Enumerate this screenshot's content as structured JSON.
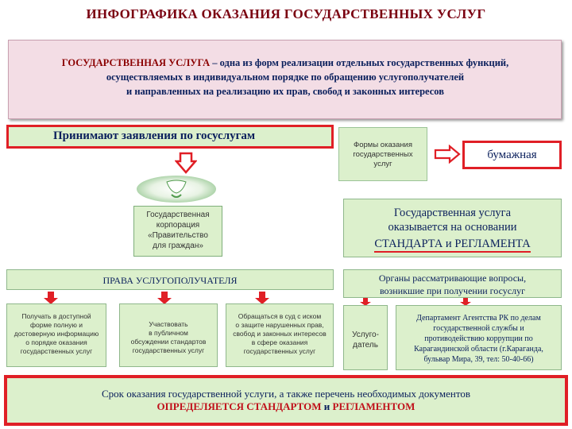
{
  "title": "ИНФОГРАФИКА ОКАЗАНИЯ ГОСУДАРСТВЕННЫХ УСЛУГ",
  "definition": {
    "lead": "ГОСУДАРСТВЕННАЯ УСЛУГА",
    "line1_rest": " – одна из форм реализации отдельных государственных функций,",
    "line2": "осуществляемых в индивидуальном порядке по обращению услугополучателей",
    "line3": "и направленных на реализацию их прав, свобод и законных интересов"
  },
  "accept_label": "Принимают заявления по госуслугам",
  "corporation": {
    "line1": "Государственная",
    "line2": "корпорация",
    "line3": "«Правительство",
    "line4": "для граждан»"
  },
  "forms": {
    "line1": "Формы оказания",
    "line2": "государственных",
    "line3": "услуг"
  },
  "paper_label": "бумажная",
  "basis": {
    "line1": "Государственная услуга",
    "line2": "оказывается на основании",
    "standard": "СТАНДАРТА",
    "and": " и ",
    "regulation": "РЕГЛАМЕНТА"
  },
  "rights_title": "ПРАВА УСЛУГОПОЛУЧАТЕЛЯ",
  "rights": [
    {
      "l1": "Получать в доступной",
      "l2": "форме полную и",
      "l3": "достоверную информацию",
      "l4": "о порядке оказания",
      "l5": "государственных услуг"
    },
    {
      "l1": "Участвовать",
      "l2": "в публичном",
      "l3": "обсуждении стандартов",
      "l4": "государственных услуг",
      "l5": ""
    },
    {
      "l1": "Обращаться в суд с иском",
      "l2": "о защите нарушенных прав,",
      "l3": "свобод и законных интересов",
      "l4": "в сфере оказания",
      "l5": "государственных услуг"
    }
  ],
  "organs": {
    "line1": "Органы рассматривающие вопросы,",
    "line2": "возникшие при получении госуслуг"
  },
  "svc_provider": {
    "line1": "Услуго-",
    "line2": "датель"
  },
  "department": {
    "line1": "Департамент Агентства РК по делам",
    "line2": "государственной службы и",
    "line3": "противодействию коррупции по",
    "line4": "Карагандинской области (г.Караганда,",
    "line5": "бульвар Мира, 39, тел: 50-40-66)"
  },
  "bottom": {
    "line1": "Срок оказания государственной услуги, а также перечень необходимых документов",
    "strong1": "ОПРЕДЕЛЯЕТСЯ СТАНДАРТОМ",
    "and": " и ",
    "strong2": "РЕГЛАМЕНТОМ"
  },
  "colors": {
    "red": "#e01f26",
    "green_fill": "#dcf0cc",
    "pink_fill": "#f3dde5",
    "navy_text": "#0a1f5c"
  }
}
